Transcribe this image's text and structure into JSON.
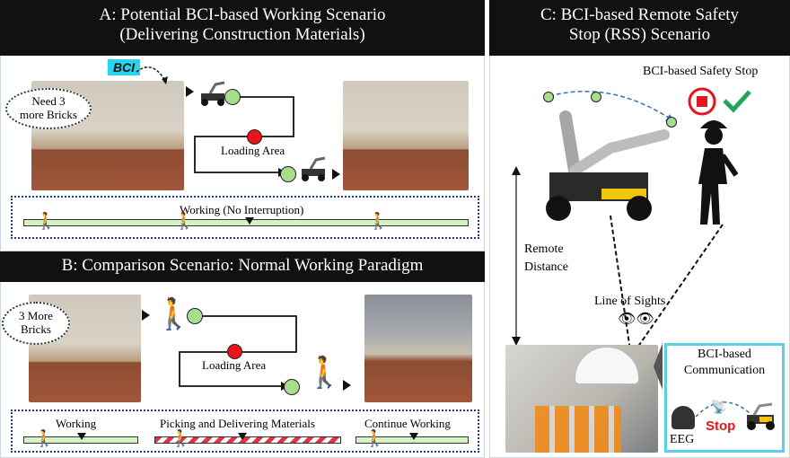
{
  "panel_a": {
    "title_line1": "A: Potential BCI-based Working Scenario",
    "title_line2": "(Delivering Construction Materials)",
    "bci_tag": "BCI",
    "cloud_text": "Need 3 more Bricks",
    "loading_area": "Loading Area",
    "timeline_label": "Working (No Interruption)"
  },
  "panel_b": {
    "title": "B: Comparison Scenario: Normal Working Paradigm",
    "cloud_text": "3 More Bricks",
    "loading_area": "Loading Area",
    "timeline": {
      "working": "Working",
      "picking": "Picking and Delivering Materials",
      "continue": "Continue Working"
    }
  },
  "panel_c": {
    "title_line1": "C: BCI-based Remote Safety",
    "title_line2": "Stop (RSS) Scenario",
    "safety_stop": "BCI-based Safety Stop",
    "remote_distance": "Remote Distance",
    "line_of_sights": "Line of Sights",
    "comm_title": "BCI-based Communication",
    "eeg": "EEG",
    "stop": "Stop"
  },
  "colors": {
    "header_bg": "#111111",
    "tag_bg": "#29d4f0",
    "green_dot": "#a9dd8e",
    "red_dot": "#e8141b",
    "timeline_border": "#1c3d85",
    "comm_border": "#5ad0e6",
    "stop_text": "#e8141b",
    "check": "#22a55a"
  }
}
